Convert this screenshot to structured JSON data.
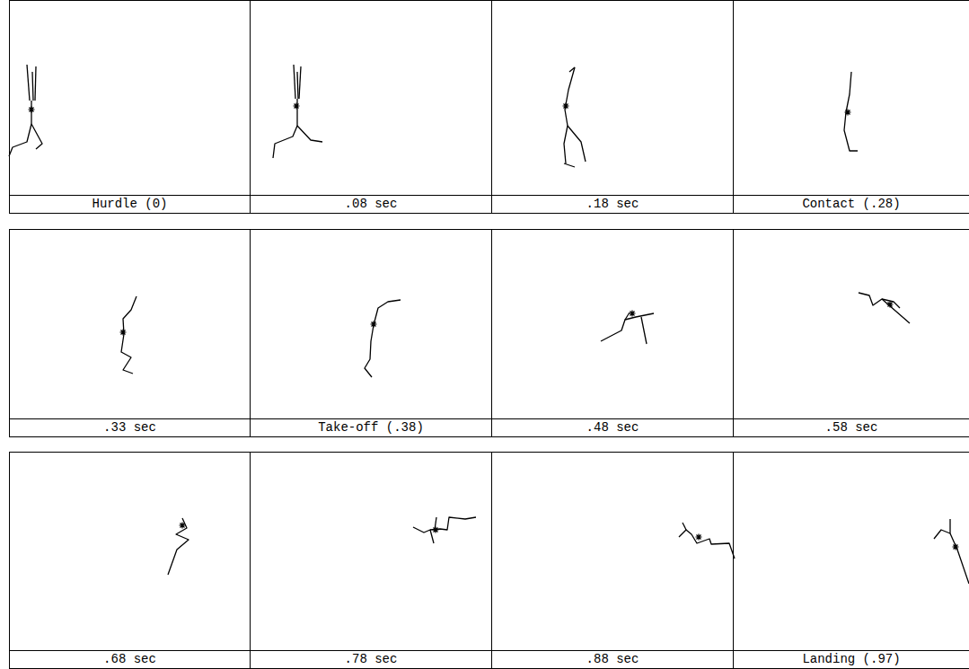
{
  "diagram": {
    "nodes": [
      {
        "text": [
          "Hurdle (0)"
        ]
      },
      {
        "text": [
          ".08 sec"
        ]
      },
      {
        "text": [
          ".18 sec"
        ]
      },
      {
        "text": [
          "Contact (.28)"
        ]
      },
      {
        "text": [
          ".33 sec"
        ]
      },
      {
        "text": [
          "Take-off (.38)"
        ]
      },
      {
        "text": [
          ".48 sec"
        ]
      },
      {
        "text": [
          ".58 sec"
        ]
      },
      {
        "text": [
          ".68 sec"
        ]
      },
      {
        "text": [
          ".78 sec"
        ]
      },
      {
        "text": [
          ".88 sec"
        ]
      },
      {
        "text": [
          "Landing (.97)"
        ]
      }
    ]
  }
}
